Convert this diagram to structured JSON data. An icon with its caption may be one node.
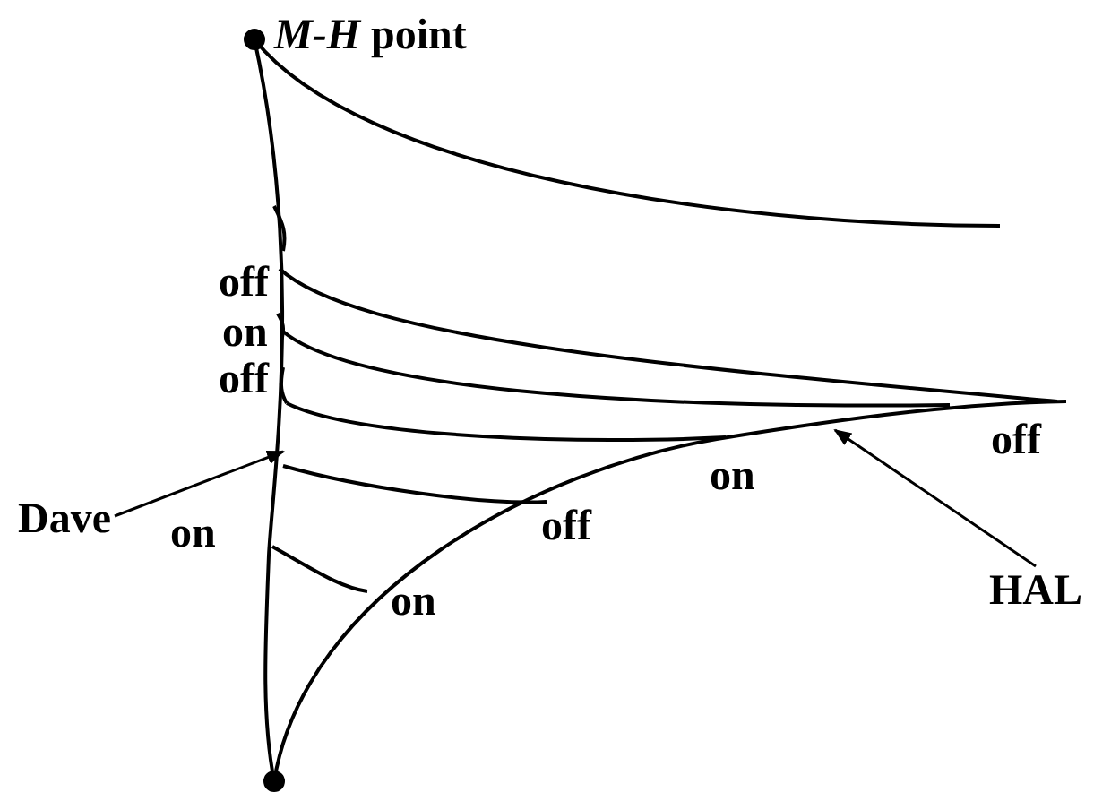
{
  "diagram": {
    "nodes": [
      {
        "text": [
          "Dave"
        ]
      },
      {
        "text": [
          "HAL"
        ]
      }
    ],
    "edges": [
      {
        "from": 0,
        "to": null,
        "arrow": "to"
      },
      {
        "from": 1,
        "to": null,
        "arrow": "to"
      }
    ],
    "labels": [
      "*M-H* point",
      "off",
      "on",
      "off",
      "off",
      "on",
      "off",
      "on",
      "on"
    ]
  }
}
